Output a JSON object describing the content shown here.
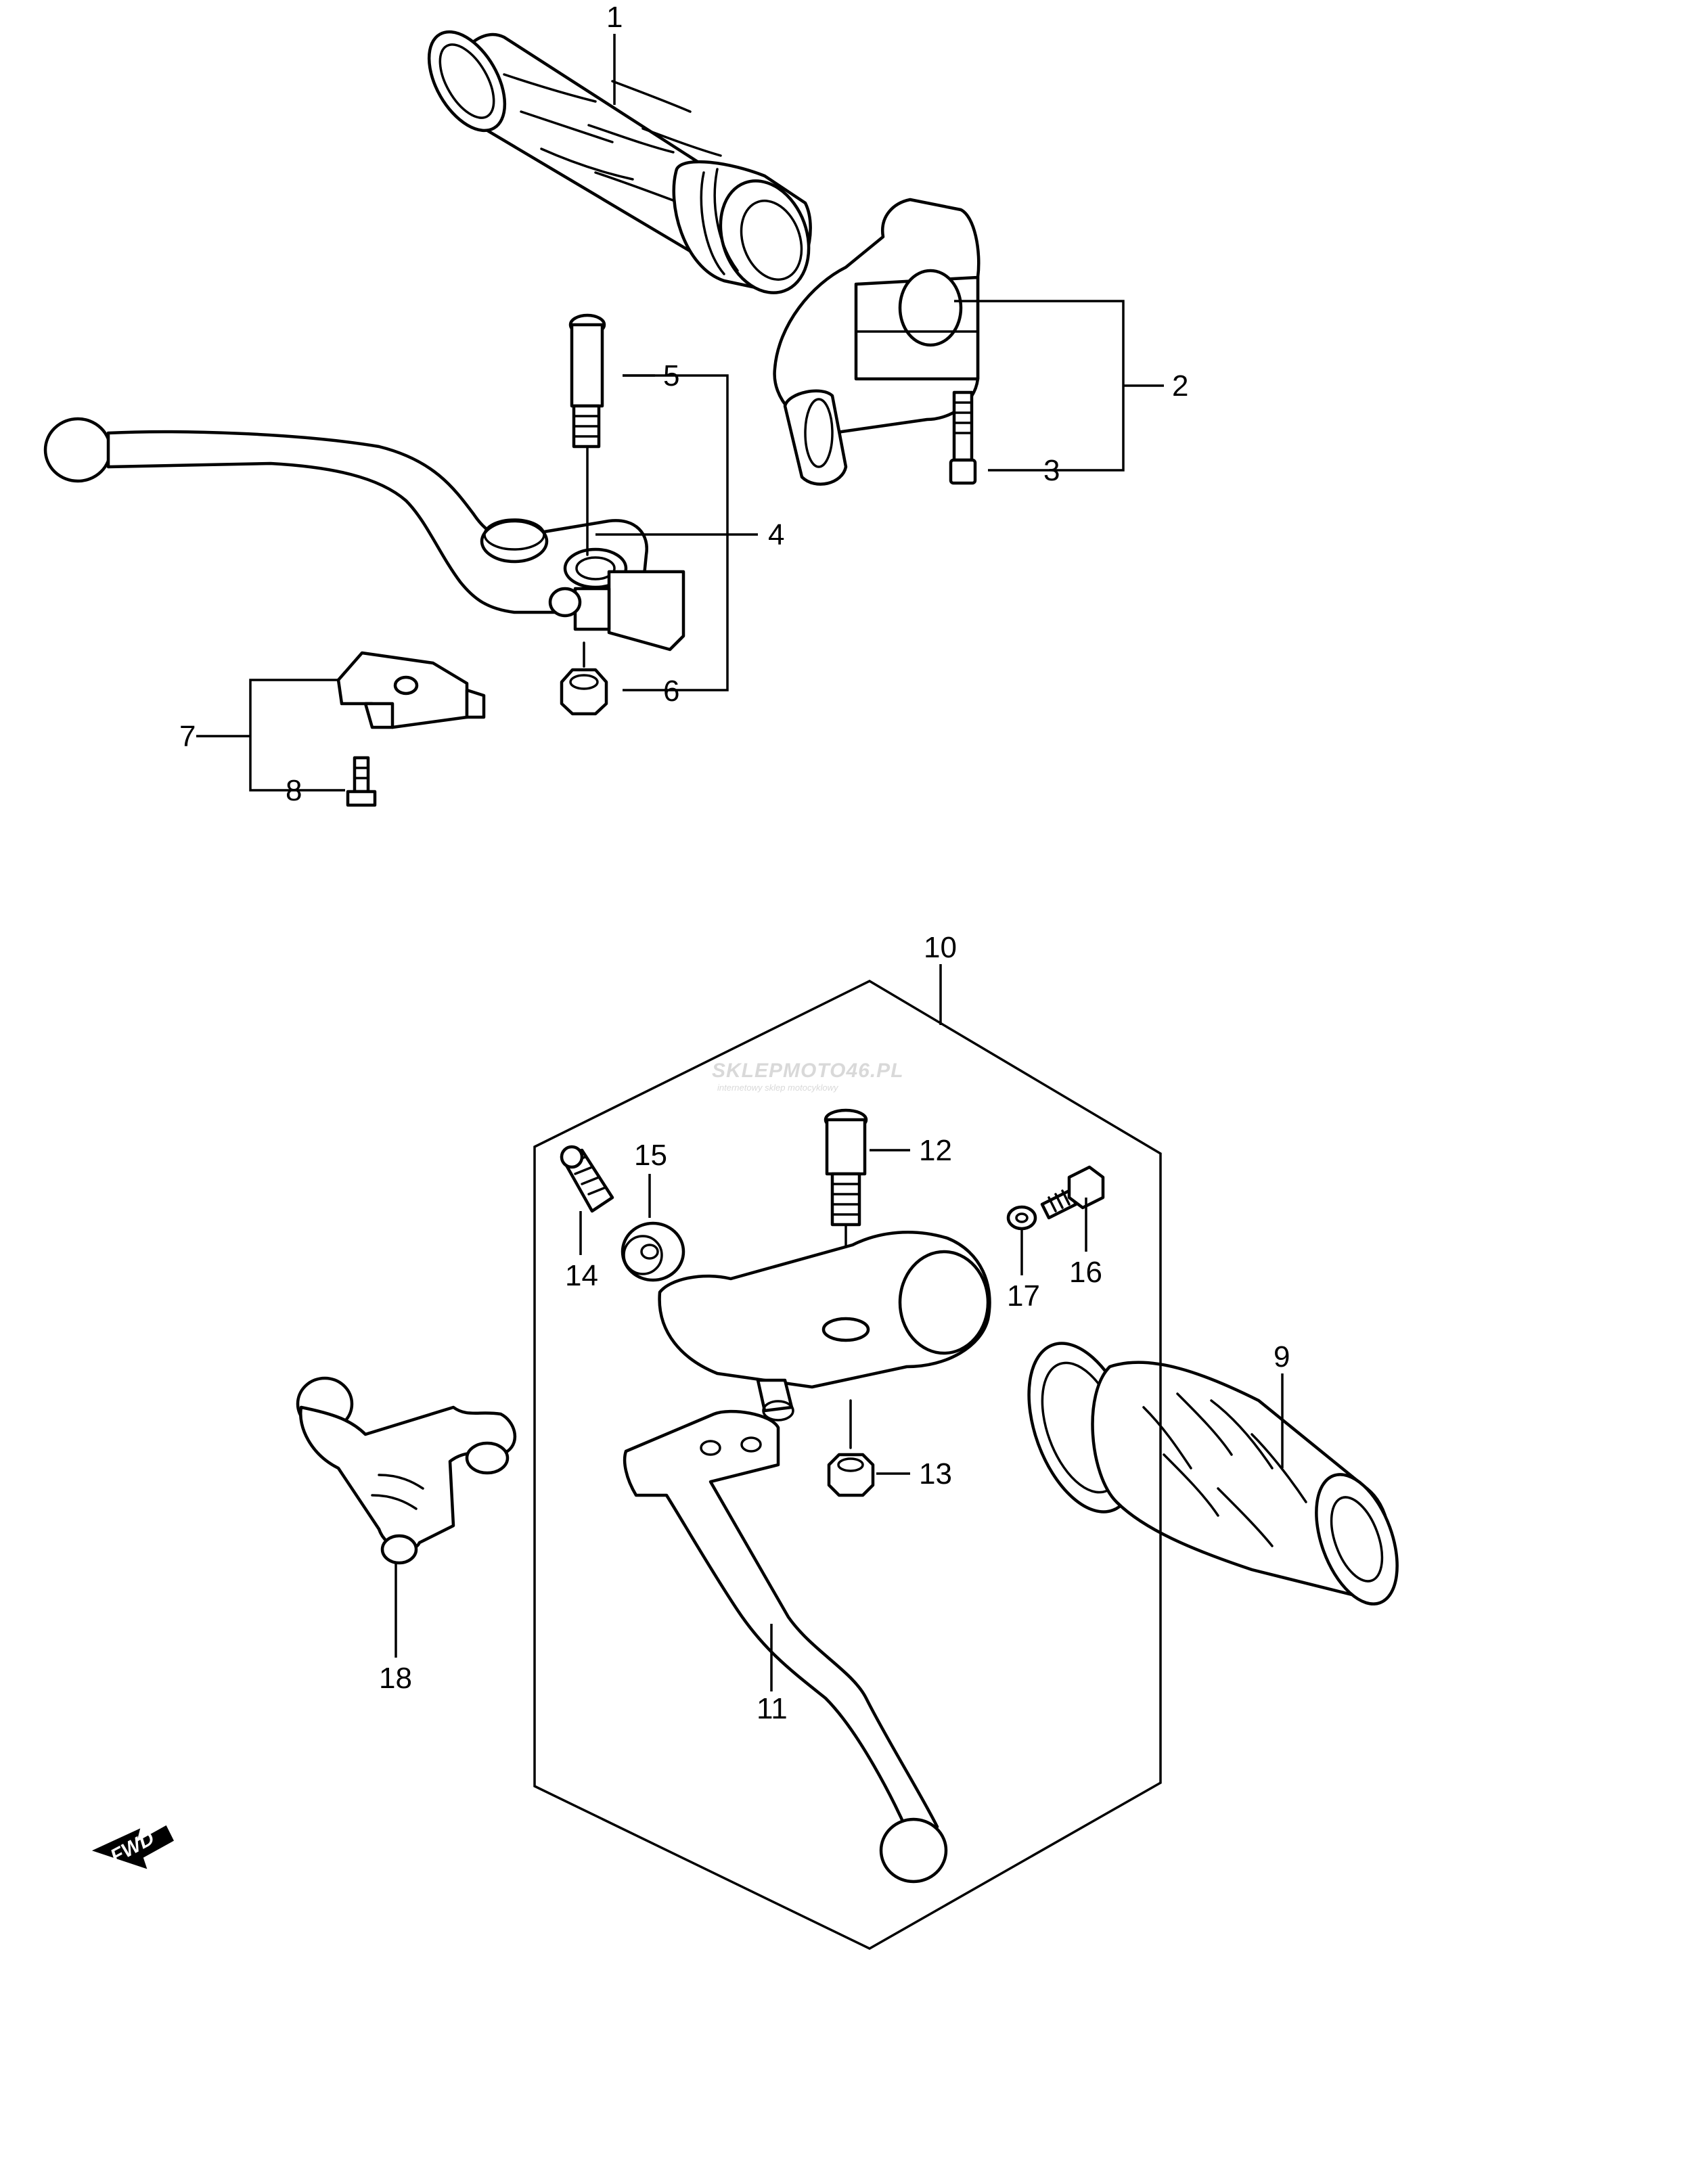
{
  "callouts": {
    "c1": "1",
    "c2": "2",
    "c3": "3",
    "c4": "4",
    "c5": "5",
    "c6": "6",
    "c7": "7",
    "c8": "8",
    "c9": "9",
    "c10": "10",
    "c11": "11",
    "c12": "12",
    "c13": "13",
    "c14": "14",
    "c15": "15",
    "c16": "16",
    "c17": "17",
    "c18": "18"
  },
  "watermark": {
    "brand_main": "SKLEPMOTO",
    "brand_number": "46",
    "brand_suffix": ".PL",
    "tagline": "internetowy sklep motocyklowy"
  },
  "forward_arrow": {
    "label": "FWD"
  },
  "colors": {
    "line": "#000000",
    "background": "#ffffff",
    "watermark": "#d9d9d9"
  }
}
